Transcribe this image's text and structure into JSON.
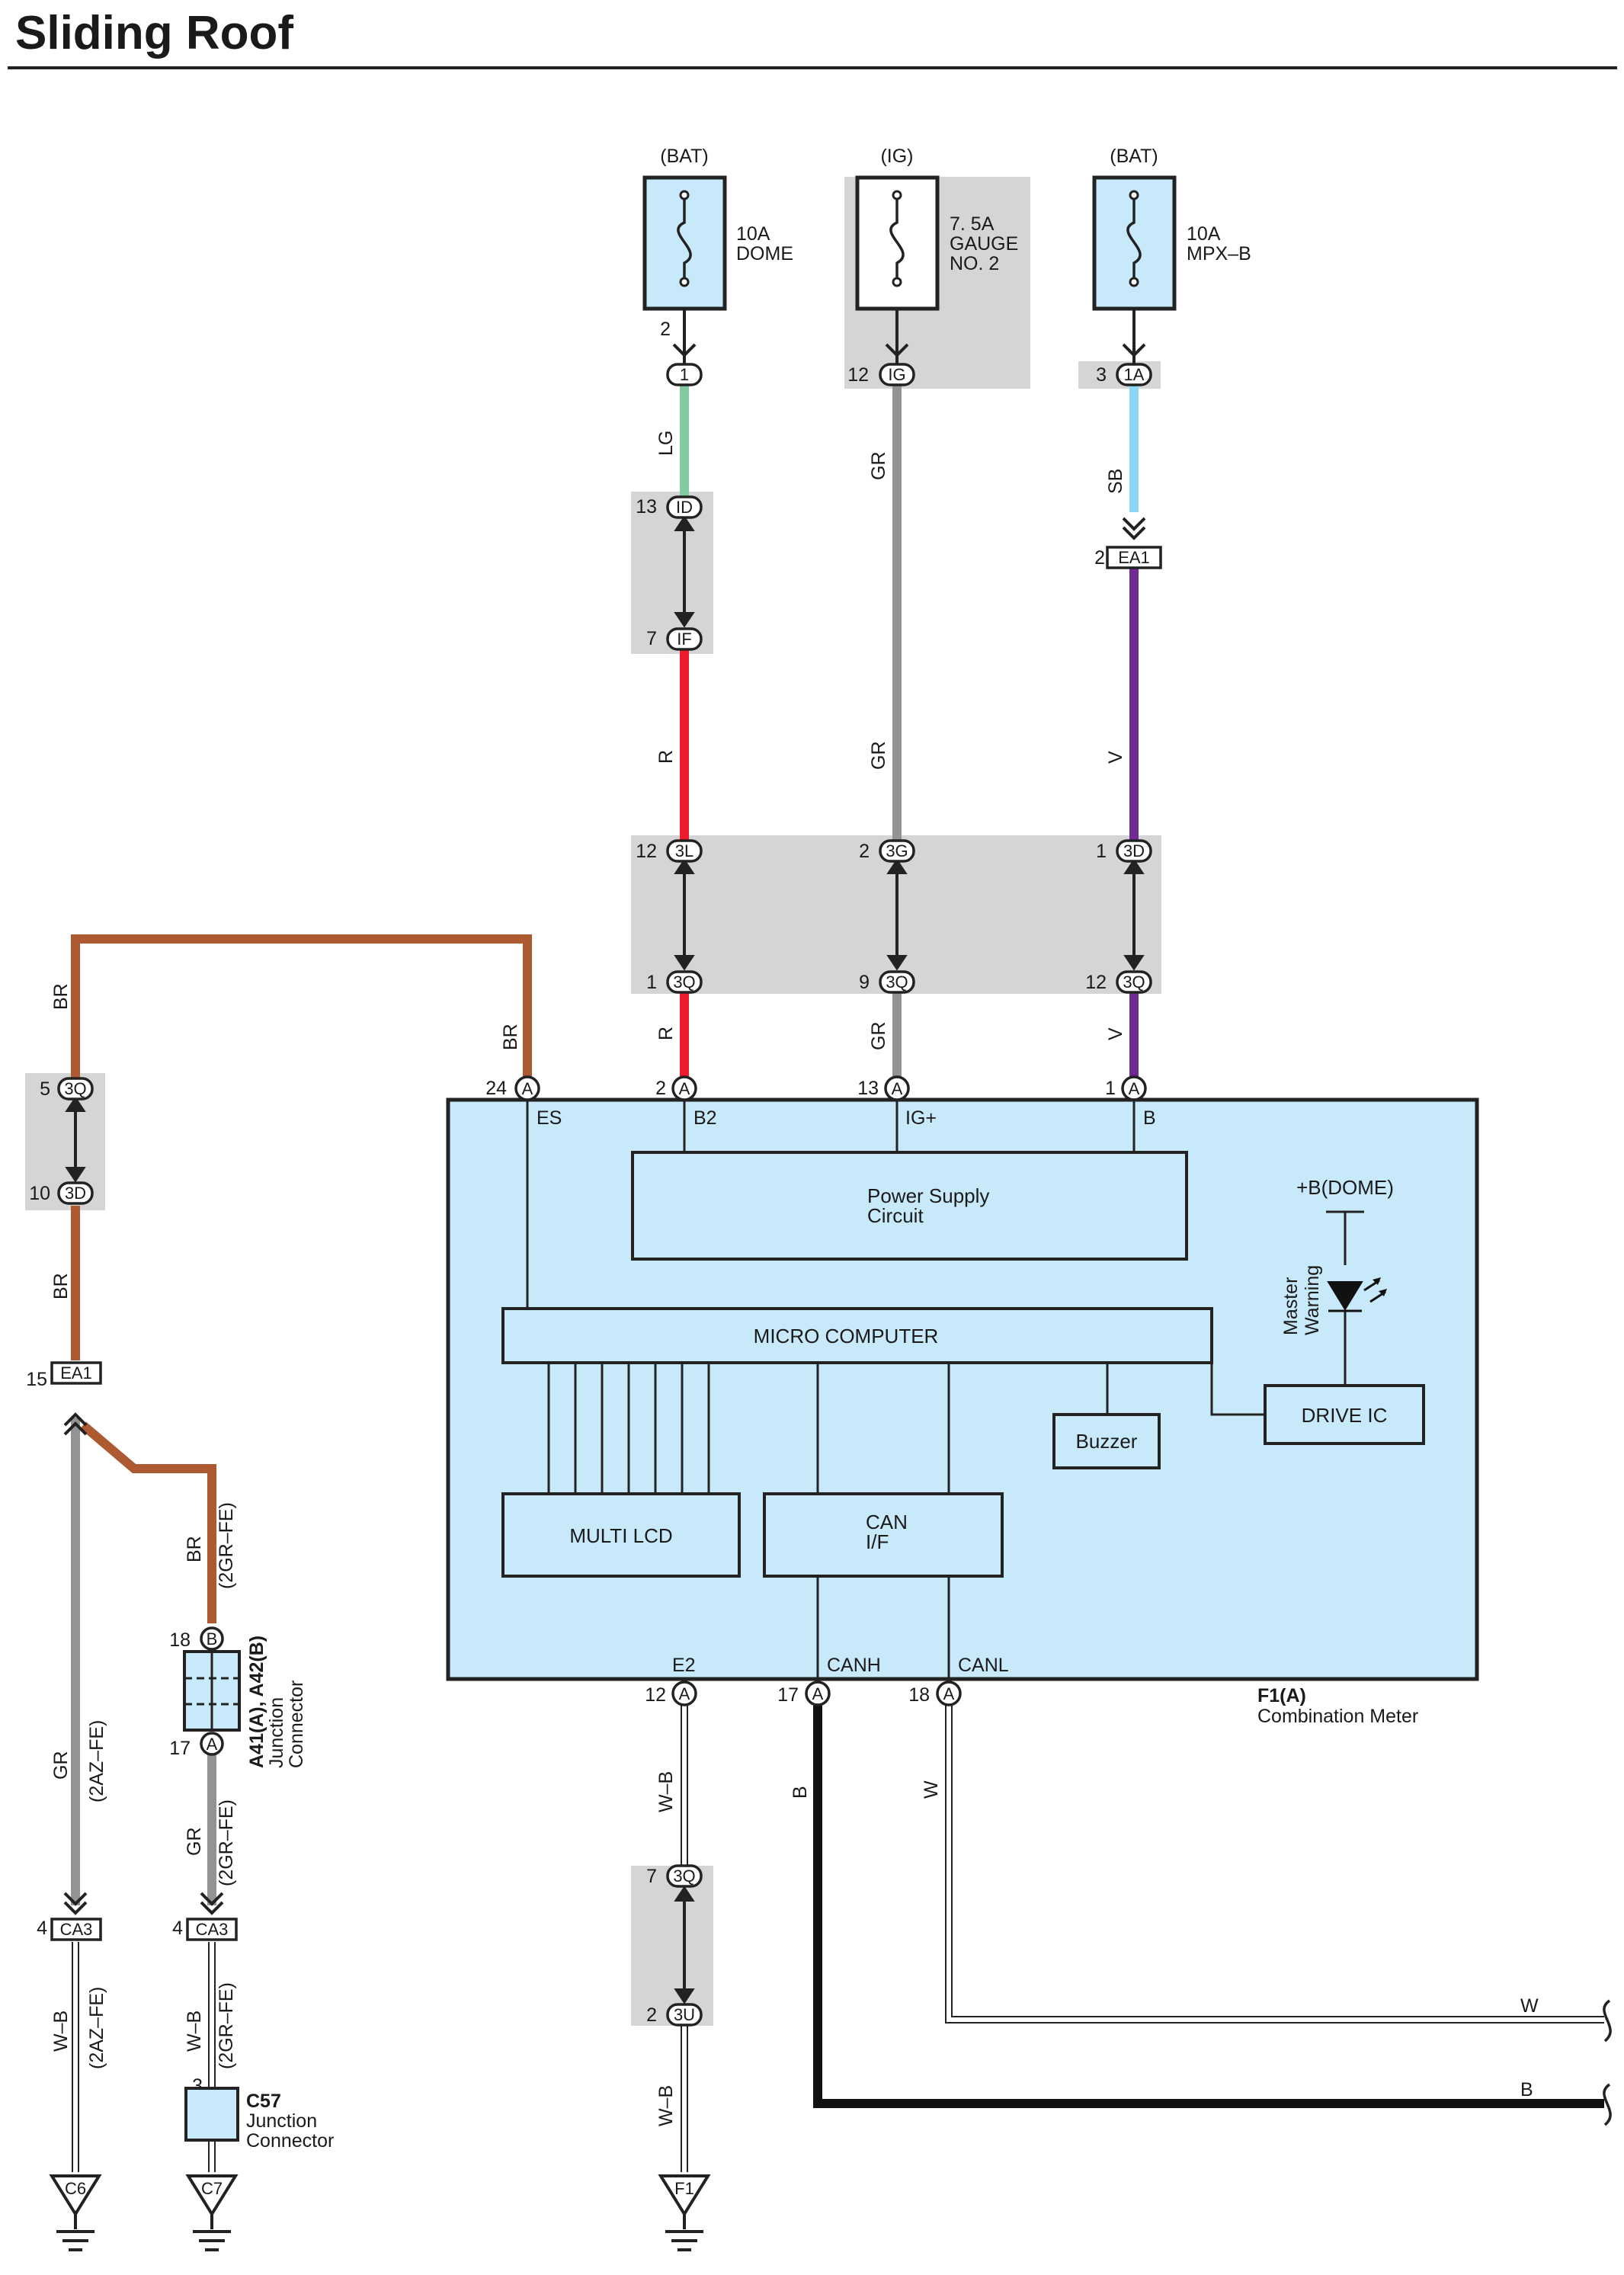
{
  "title": "Sliding Roof",
  "fuses": [
    {
      "source": "(BAT)",
      "amp": "10A",
      "name": "DOME",
      "pin": "2"
    },
    {
      "source": "(IG)",
      "amp": "7. 5A",
      "name": "GAUGE",
      "name2": "NO. 2"
    },
    {
      "source": "(BAT)",
      "amp": "10A",
      "name": "MPX–B"
    }
  ],
  "connectors": {
    "c1": "1",
    "cIG": "IG",
    "c1A": "1A",
    "cID": "ID",
    "cIF": "IF",
    "cEA1": "EA1",
    "c3L": "3L",
    "c3G": "3G",
    "c3D": "3D",
    "c3Q": "3Q",
    "cA": "A",
    "cB": "B",
    "cCA3": "CA3",
    "c3U": "3U"
  },
  "pins": {
    "p12": "12",
    "p3": "3",
    "p2": "2",
    "p13": "13",
    "p7": "7",
    "p1": "1",
    "p9": "9",
    "p24": "24",
    "p5": "5",
    "p10": "10",
    "p15": "15",
    "p18": "18",
    "p17": "17",
    "p4": "4"
  },
  "wires": {
    "LG": "LG",
    "GR": "GR",
    "SB": "SB",
    "R": "R",
    "V": "V",
    "BR": "BR",
    "W_B": "W–B",
    "B": "B",
    "W": "W",
    "v2AZ": "(2AZ–FE)",
    "v2GR": "(2GR–FE)"
  },
  "meter": {
    "term_ES": "ES",
    "term_B2": "B2",
    "term_IG": "IG+",
    "term_B": "B",
    "term_E2": "E2",
    "term_CANH": "CANH",
    "term_CANL": "CANL",
    "power_supply": "Power Supply",
    "power_supply2": "Circuit",
    "micro": "MICRO COMPUTER",
    "lcd": "MULTI LCD",
    "can": "CAN",
    "can2": "I/F",
    "buzzer": "Buzzer",
    "drive_ic": "DRIVE IC",
    "bdome": "+B(DOME)",
    "master": "Master",
    "warning": "Warning",
    "name": "F1(A)",
    "desc": "Combination Meter"
  },
  "junction": {
    "name": "A41(A), A42(B)",
    "l1": "Junction",
    "l2": "Connector"
  },
  "c57": {
    "name": "C57",
    "l1": "Junction",
    "l2": "Connector"
  },
  "grounds": {
    "g1": "C6",
    "g2": "C7",
    "g3": "F1"
  },
  "colors": {
    "LG": "#82c9a0",
    "GR": "#939393",
    "SB": "#8fd6f6",
    "R": "#ec1c2c",
    "V": "#6e2c90",
    "BR": "#ad5a32",
    "B": "#111111",
    "meter_fill": "#c7e9f9",
    "shade": "#d4d5d7"
  }
}
